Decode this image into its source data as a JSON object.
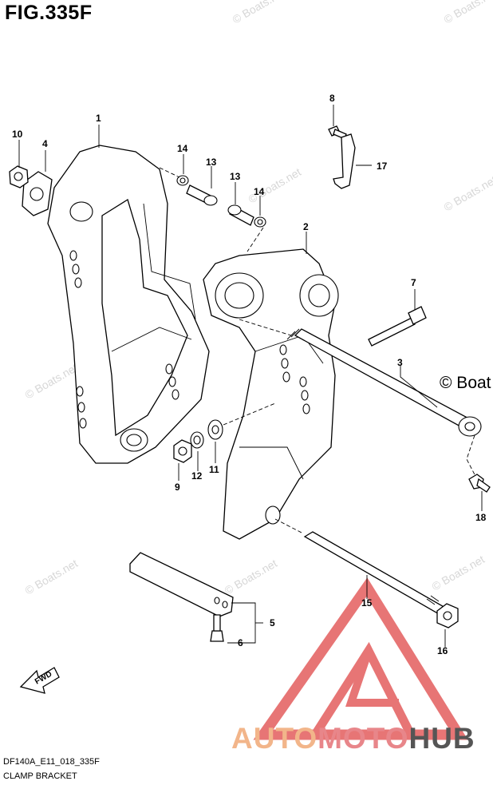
{
  "figure": {
    "title": "FIG.335F",
    "code": "DF140A_E11_018_335F",
    "name": "CLAMP BRACKET"
  },
  "callouts": [
    "1",
    "2",
    "3",
    "4",
    "5",
    "6",
    "7",
    "8",
    "9",
    "10",
    "11",
    "12",
    "13",
    "13",
    "14",
    "14",
    "15",
    "16",
    "17",
    "18"
  ],
  "fwd_label": "FWD",
  "watermarks": {
    "boats_small": "© Boats.net",
    "boats_large": "© Boat",
    "brand_auto": "AUTO",
    "brand_moto": "MOTO",
    "brand_hub": "HUB"
  },
  "colors": {
    "brand_orange": "#f2b58a",
    "brand_red": "#e8868a",
    "brand_gray": "#555555",
    "logo_red": "#e04848"
  }
}
